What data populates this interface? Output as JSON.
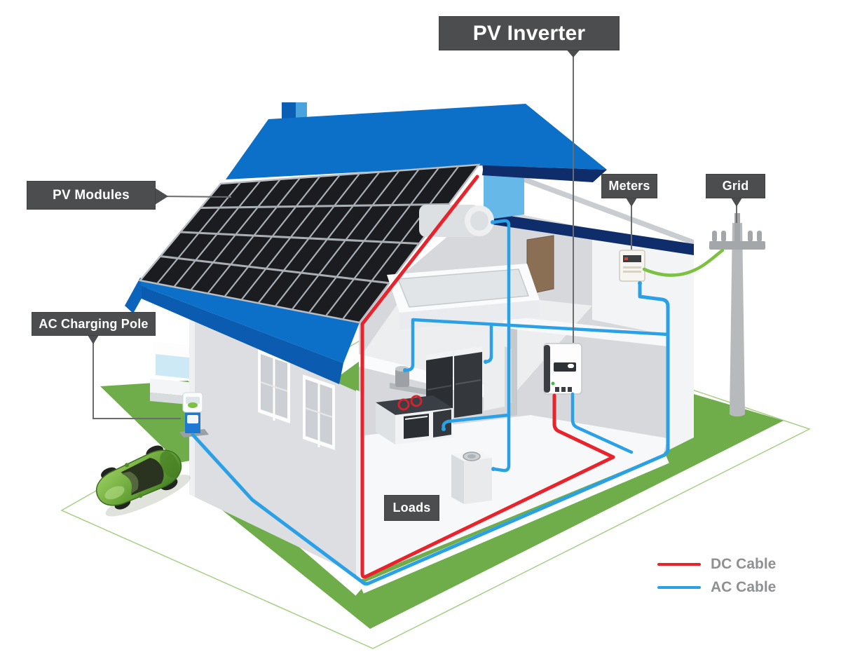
{
  "diagram": {
    "labels": {
      "pv_inverter": "PV Inverter",
      "pv_modules": "PV Modules",
      "meters": "Meters",
      "grid": "Grid",
      "ac_charging_pole": "AC Charging Pole",
      "loads": "Loads"
    },
    "legend": {
      "items": [
        {
          "label": "DC Cable",
          "color": "#e8232b"
        },
        {
          "label": "AC Cable",
          "color": "#2aa1e6"
        }
      ]
    },
    "colors": {
      "label_background": "#4b4d4f",
      "label_text": "#ffffff",
      "dc_cable": "#e8232b",
      "ac_cable": "#2aa1e6",
      "grid_drop_cable": "#7cc142",
      "roof_blue": "#0d70c8",
      "roof_navy": "#102d6b",
      "gable_light_blue": "#66b8e8",
      "lawn_green": "#6fad4b",
      "legend_text": "#8e9092"
    }
  }
}
